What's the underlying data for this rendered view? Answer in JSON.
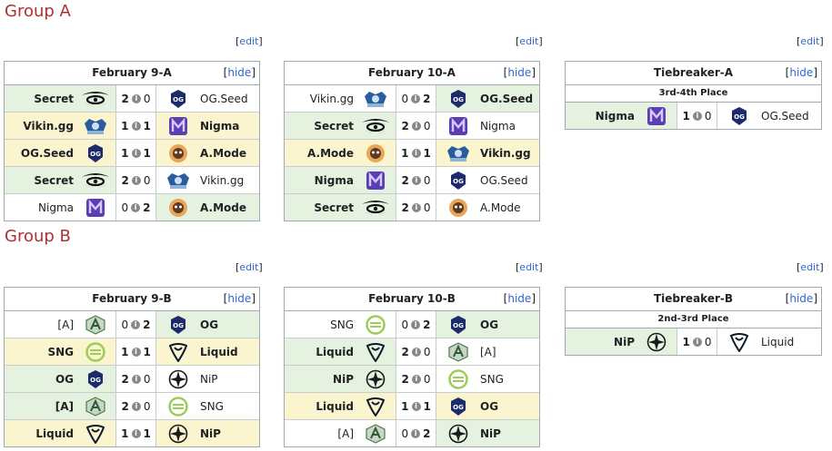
{
  "groups": [
    {
      "title": "Group A"
    },
    {
      "title": "Group B"
    }
  ],
  "edit_label": "edit",
  "hide_label": "hide",
  "boxes": {
    "feb9a": {
      "title": "February 9-A",
      "rows": [
        {
          "t1": "Secret",
          "l1": "secret",
          "s1": "2",
          "s2": "0",
          "t2": "OG.Seed",
          "l2": "og",
          "state": "left"
        },
        {
          "t1": "Vikin.gg",
          "l1": "vikin",
          "s1": "1",
          "s2": "1",
          "t2": "Nigma",
          "l2": "nigma",
          "state": "draw"
        },
        {
          "t1": "OG.Seed",
          "l1": "og",
          "s1": "1",
          "s2": "1",
          "t2": "A.Mode",
          "l2": "amode",
          "state": "draw"
        },
        {
          "t1": "Secret",
          "l1": "secret",
          "s1": "2",
          "s2": "0",
          "t2": "Vikin.gg",
          "l2": "vikin",
          "state": "left"
        },
        {
          "t1": "Nigma",
          "l1": "nigma",
          "s1": "0",
          "s2": "2",
          "t2": "A.Mode",
          "l2": "amode",
          "state": "right"
        }
      ]
    },
    "feb10a": {
      "title": "February 10-A",
      "rows": [
        {
          "t1": "Vikin.gg",
          "l1": "vikin",
          "s1": "0",
          "s2": "2",
          "t2": "OG.Seed",
          "l2": "og",
          "state": "right"
        },
        {
          "t1": "Secret",
          "l1": "secret",
          "s1": "2",
          "s2": "0",
          "t2": "Nigma",
          "l2": "nigma",
          "state": "left"
        },
        {
          "t1": "A.Mode",
          "l1": "amode",
          "s1": "1",
          "s2": "1",
          "t2": "Vikin.gg",
          "l2": "vikin",
          "state": "draw"
        },
        {
          "t1": "Nigma",
          "l1": "nigma",
          "s1": "2",
          "s2": "0",
          "t2": "OG.Seed",
          "l2": "og",
          "state": "left"
        },
        {
          "t1": "Secret",
          "l1": "secret",
          "s1": "2",
          "s2": "0",
          "t2": "A.Mode",
          "l2": "amode",
          "state": "left"
        }
      ]
    },
    "tba": {
      "title": "Tiebreaker-A",
      "subtitle": "3rd-4th Place",
      "rows": [
        {
          "t1": "Nigma",
          "l1": "nigma",
          "s1": "1",
          "s2": "0",
          "t2": "OG.Seed",
          "l2": "og",
          "state": "left"
        }
      ]
    },
    "feb9b": {
      "title": "February 9-B",
      "rows": [
        {
          "t1": "[A]",
          "l1": "alliance",
          "s1": "0",
          "s2": "2",
          "t2": "OG",
          "l2": "og",
          "state": "right"
        },
        {
          "t1": "SNG",
          "l1": "sng",
          "s1": "1",
          "s2": "1",
          "t2": "Liquid",
          "l2": "liquid",
          "state": "draw"
        },
        {
          "t1": "OG",
          "l1": "og",
          "s1": "2",
          "s2": "0",
          "t2": "NiP",
          "l2": "nip",
          "state": "left"
        },
        {
          "t1": "[A]",
          "l1": "alliance",
          "s1": "2",
          "s2": "0",
          "t2": "SNG",
          "l2": "sng",
          "state": "left"
        },
        {
          "t1": "Liquid",
          "l1": "liquid",
          "s1": "1",
          "s2": "1",
          "t2": "NiP",
          "l2": "nip",
          "state": "draw"
        }
      ]
    },
    "feb10b": {
      "title": "February 10-B",
      "rows": [
        {
          "t1": "SNG",
          "l1": "sng",
          "s1": "0",
          "s2": "2",
          "t2": "OG",
          "l2": "og",
          "state": "right"
        },
        {
          "t1": "Liquid",
          "l1": "liquid",
          "s1": "2",
          "s2": "0",
          "t2": "[A]",
          "l2": "alliance",
          "state": "left"
        },
        {
          "t1": "NiP",
          "l1": "nip",
          "s1": "2",
          "s2": "0",
          "t2": "SNG",
          "l2": "sng",
          "state": "left"
        },
        {
          "t1": "Liquid",
          "l1": "liquid",
          "s1": "1",
          "s2": "1",
          "t2": "OG",
          "l2": "og",
          "state": "draw"
        },
        {
          "t1": "[A]",
          "l1": "alliance",
          "s1": "0",
          "s2": "2",
          "t2": "NiP",
          "l2": "nip",
          "state": "right"
        }
      ]
    },
    "tbb": {
      "title": "Tiebreaker-B",
      "subtitle": "2nd-3rd Place",
      "rows": [
        {
          "t1": "NiP",
          "l1": "nip",
          "s1": "1",
          "s2": "0",
          "t2": "Liquid",
          "l2": "liquid",
          "state": "left"
        }
      ]
    }
  }
}
